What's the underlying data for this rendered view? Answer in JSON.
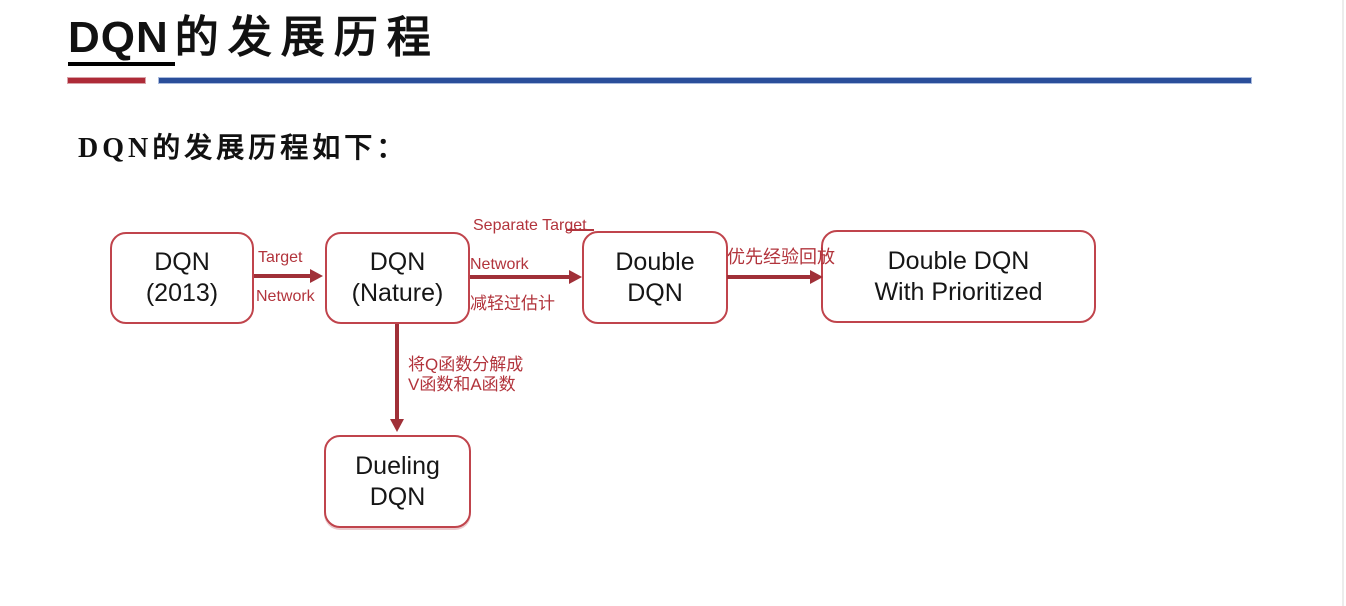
{
  "slide": {
    "title": {
      "latin": "DQN",
      "zh": "的发展历程"
    },
    "subtitle": "DQN的发展历程如下："
  },
  "colors": {
    "title_underline": "#000000",
    "accent_red_bar": "#ae2b38",
    "accent_blue_bar": "#2a4e9a",
    "node_border": "#c0444c",
    "arrow": "#a03038",
    "edge_label": "#b2343c",
    "node_text": "#161616",
    "background": "#ffffff"
  },
  "diagram": {
    "nodes": [
      {
        "id": "dqn-2013",
        "line1": "DQN",
        "line2": "(2013)"
      },
      {
        "id": "dqn-nature",
        "line1": "DQN",
        "line2": "(Nature)"
      },
      {
        "id": "double-dqn",
        "line1": "Double",
        "line2": "DQN"
      },
      {
        "id": "double-dqn-prioritized",
        "line1": "Double DQN",
        "line2": "With Prioritized"
      },
      {
        "id": "dueling-dqn",
        "line1": "Dueling",
        "line2": "DQN"
      }
    ],
    "edges": [
      {
        "from": "dqn-2013",
        "to": "dqn-nature",
        "label_top": "Target",
        "label_bottom": "Network"
      },
      {
        "from": "dqn-nature",
        "to": "double-dqn",
        "label_top": "Separate Target",
        "label_mid": "Network",
        "label_bottom": "减轻过估计"
      },
      {
        "from": "double-dqn",
        "to": "double-dqn-prioritized",
        "label_top": "优先经验回放"
      },
      {
        "from": "dqn-nature",
        "to": "dueling-dqn",
        "label_line1": "将Q函数分解成",
        "label_line2": "V函数和A函数"
      }
    ]
  }
}
